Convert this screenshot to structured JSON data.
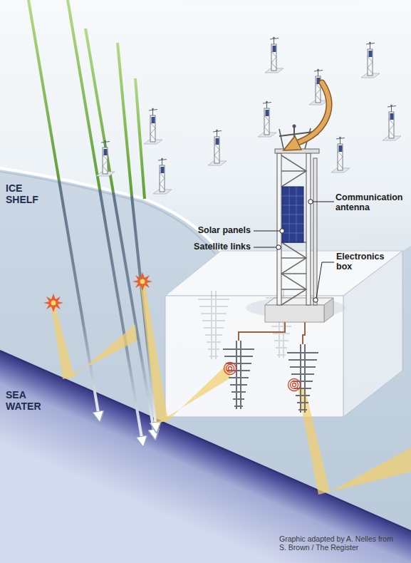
{
  "diagram": {
    "labels": [
      "ICE SHELF",
      "Communication antenna",
      "Solar panels",
      "Satellite links",
      "Electronics box",
      "SEA WATER",
      "Graphic adapted by A. Nelles from S. Brown / The Register"
    ]
  }
}
